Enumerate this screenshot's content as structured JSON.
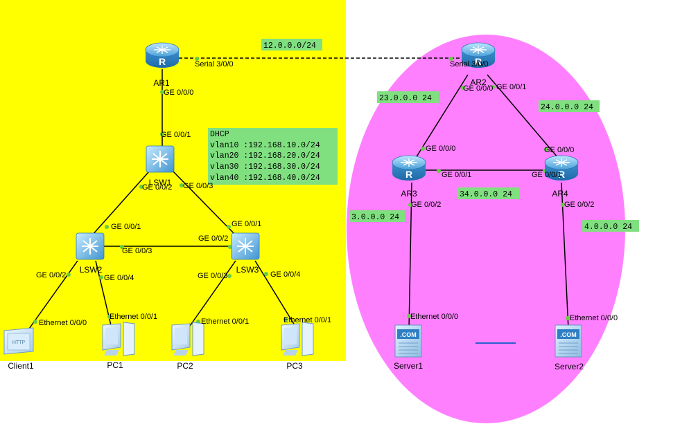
{
  "colors": {
    "zone_left": "#ffff00",
    "zone_right": "#ff80ff",
    "note_bg": "#80e080",
    "link": "#000000",
    "port_dot": "#66cc44",
    "device": "#4aa0d8"
  },
  "devices": {
    "ar1": "AR1",
    "ar2": "AR2",
    "ar3": "AR3",
    "ar4": "AR4",
    "lsw1": "LSW1",
    "lsw2": "LSW2",
    "lsw3": "LSW3",
    "client1": "Client1",
    "pc1": "PC1",
    "pc2": "PC2",
    "pc3": "PC3",
    "server1": "Server1",
    "server2": "Server2"
  },
  "icons": {
    "http": "HTTP",
    "com": ".COM",
    "router_letter": "R"
  },
  "networks": {
    "n12": "12.0.0.0/24",
    "n23": "23.0.0.0 24",
    "n24": "24.0.0.0 24",
    "n34": "34.0.0.0 24",
    "n3": "3.0.0.0 24",
    "n4": "4.0.0.0 24"
  },
  "dhcp": {
    "title": "DHCP",
    "lines": [
      "vlan10 :192.168.10.0/24",
      "vlan20 :192.168.20.0/24",
      "vlan30 :192.168.30.0/24",
      "vlan40 :192.168.40.0/24"
    ]
  },
  "ports": {
    "ar1_serial": "Serial 3/0/0",
    "ar1_ge000": "GE 0/0/0",
    "lsw1_ge001": "GE 0/0/1",
    "lsw1_ge002": "GE 0/0/2",
    "lsw1_ge003": "GE 0/0/3",
    "lsw2_ge001": "GE 0/0/1",
    "lsw2_ge003": "GE 0/0/3",
    "lsw2_ge002": "GE 0/0/2",
    "lsw2_ge004": "GE 0/0/4",
    "lsw3_ge001": "GE 0/0/1",
    "lsw3_ge002": "GE 0/0/2",
    "lsw3_ge003": "GE 0/0/3",
    "lsw3_ge004": "GE 0/0/4",
    "client1_eth": "Ethernet 0/0/0",
    "pc1_eth": "Ethernet 0/0/1",
    "pc2_eth": "Ethernet 0/0/1",
    "pc3_eth": "Ethernet 0/0/1",
    "ar2_serial": "Serial 3/0/0",
    "ar2_ge000": "GE 0/0/0",
    "ar2_ge001": "GE 0/0/1",
    "ar3_ge000": "GE 0/0/0",
    "ar3_ge001": "GE 0/0/1",
    "ar3_ge002": "GE 0/0/2",
    "ar4_ge000": "GE 0/0/0",
    "ar4_ge001": "GE 0/0/1",
    "ar4_ge002": "GE 0/0/2",
    "server1_eth": "Ethernet 0/0/0",
    "server2_eth": "Ethernet 0/0/0"
  }
}
